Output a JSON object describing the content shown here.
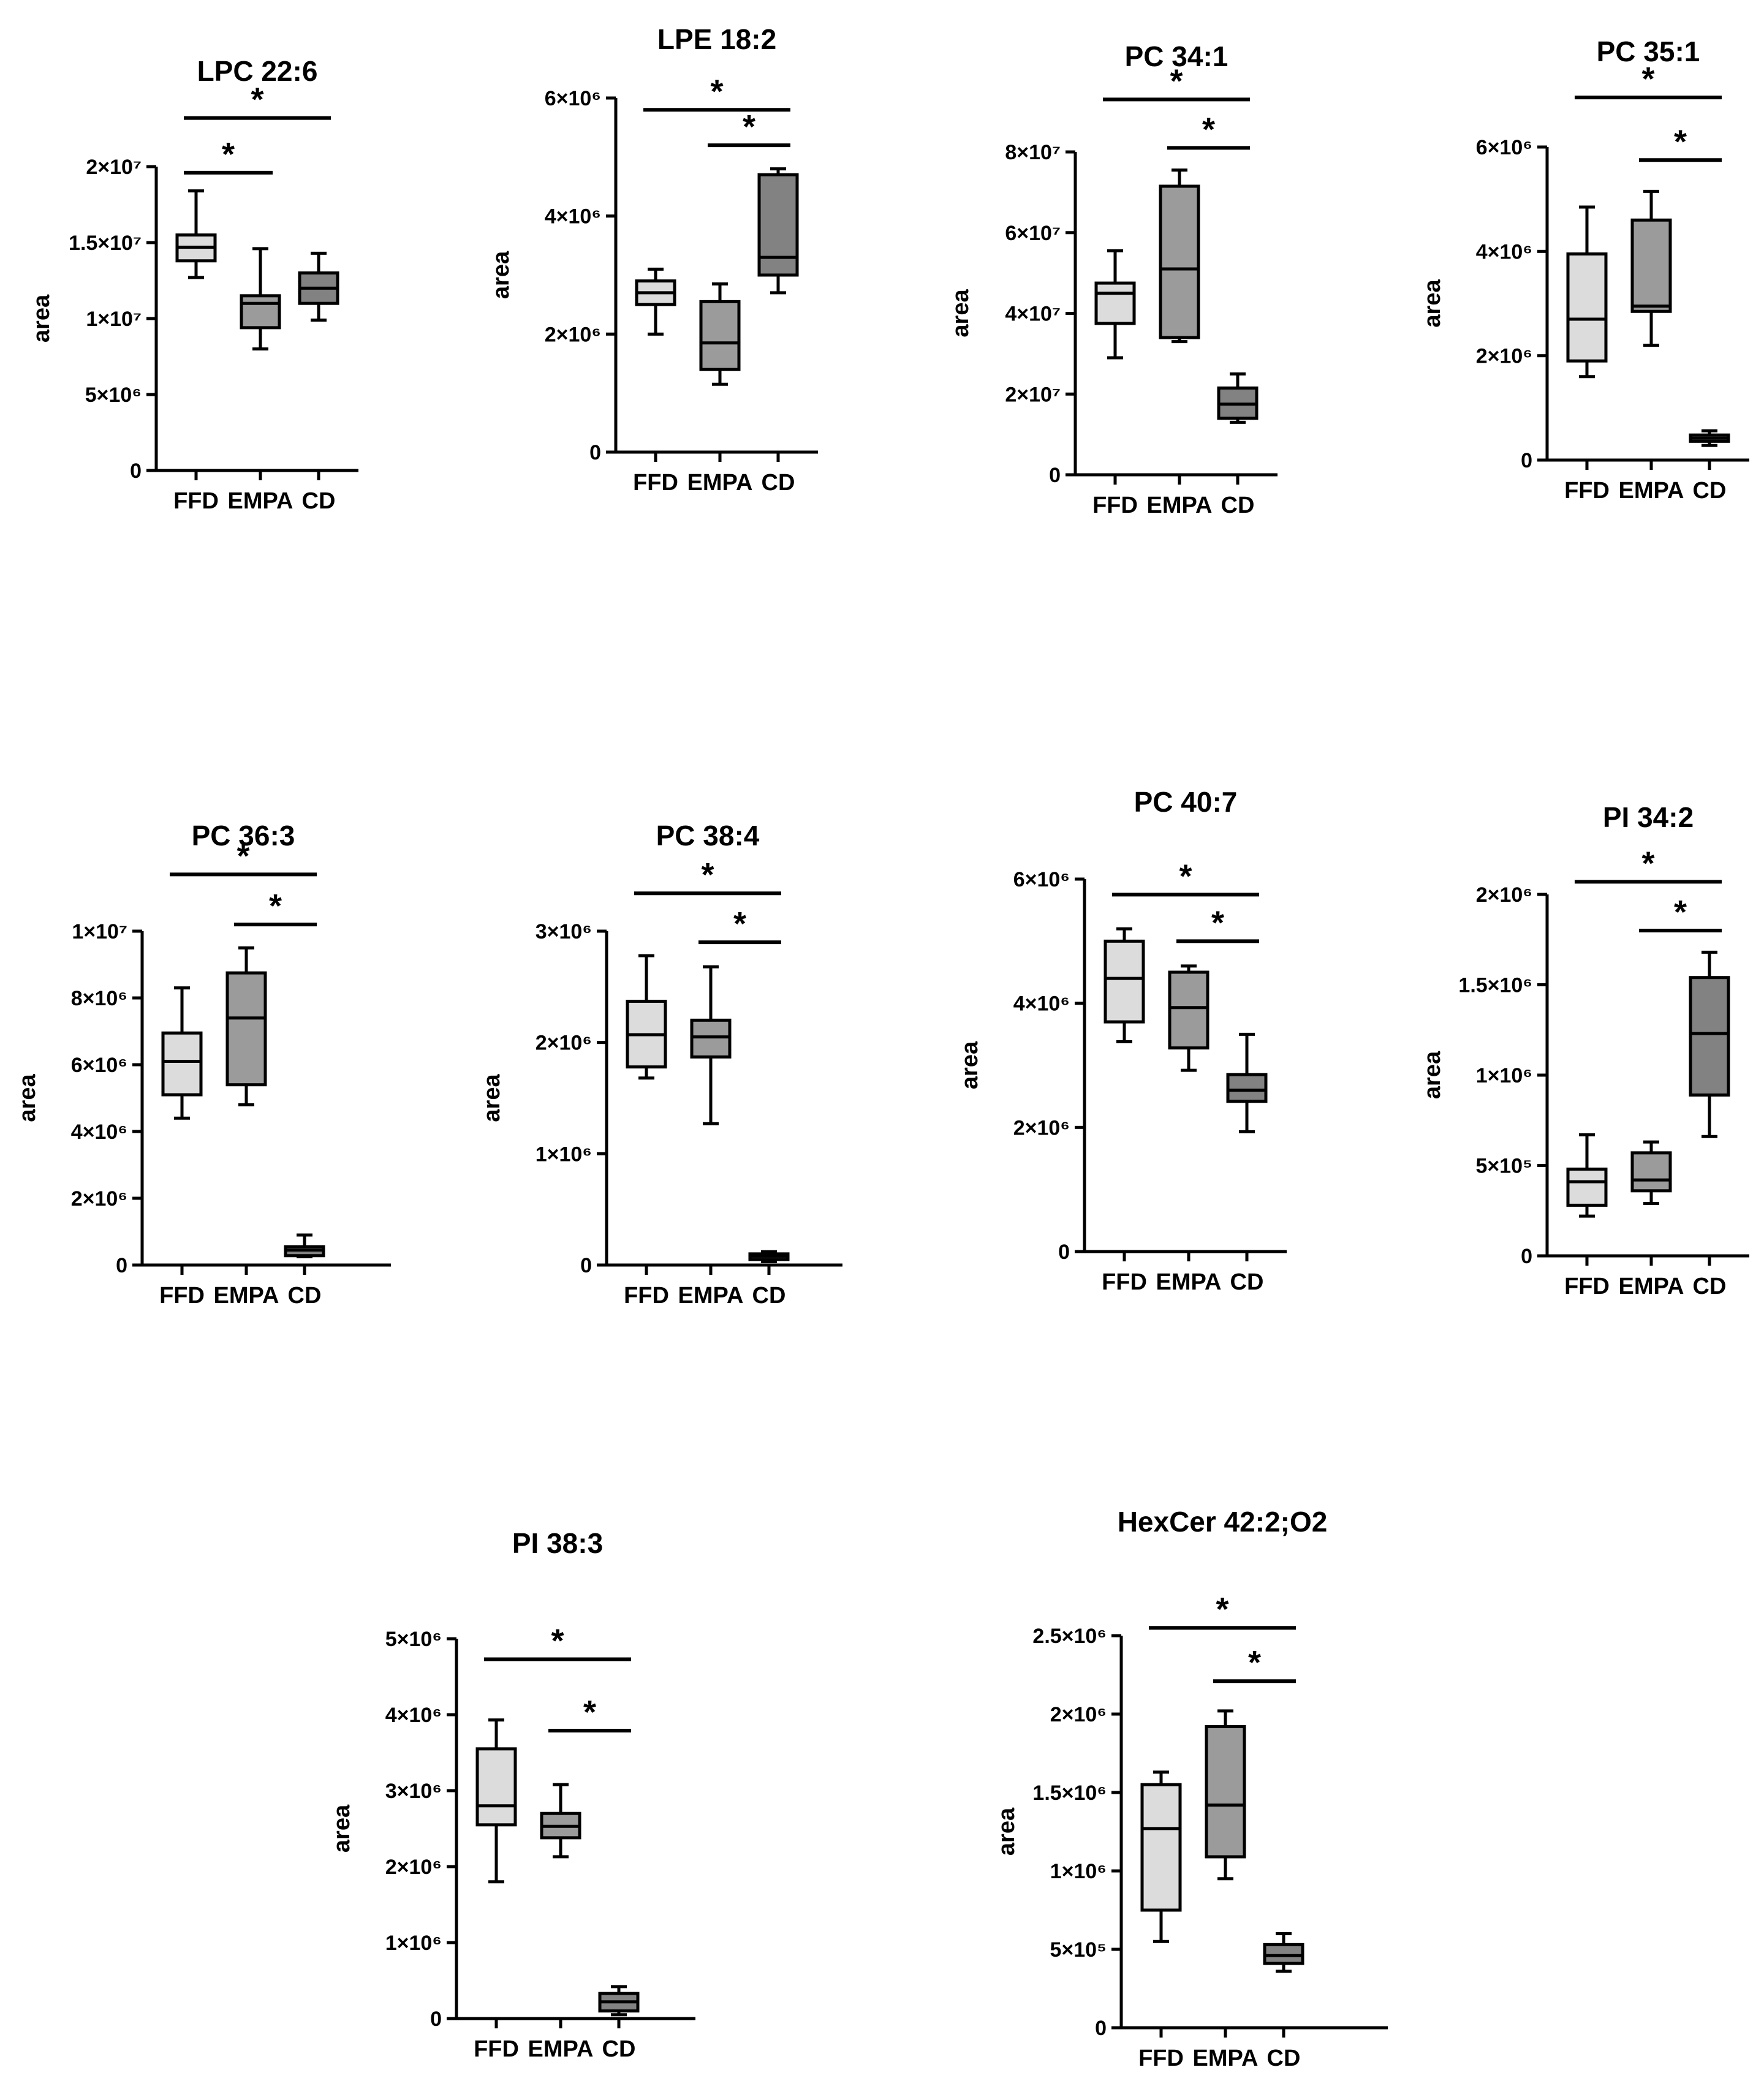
{
  "colors": {
    "FFD": "#dcdcdc",
    "EMPA": "#9b9b9b",
    "CD": "#828282",
    "stroke": "#000000"
  },
  "chart_data": [
    {
      "type": "box",
      "title": "LPC 22:6",
      "ylabel": "area",
      "categories": [
        "FFD",
        "EMPA",
        "CD"
      ],
      "ylim": [
        0,
        20000000
      ],
      "yticks": [
        {
          "value": 0,
          "label": "0"
        },
        {
          "value": 5000000,
          "label": "5×10⁶"
        },
        {
          "value": 10000000,
          "label": "1×10⁷"
        },
        {
          "value": 15000000,
          "label": "1.5×10⁷"
        },
        {
          "value": 20000000,
          "label": "2×10⁷"
        }
      ],
      "boxes": [
        {
          "min": 12700000,
          "q1": 13800000,
          "median": 14700000,
          "q3": 15500000,
          "max": 18400000
        },
        {
          "min": 8000000,
          "q1": 9400000,
          "median": 11000000,
          "q3": 11500000,
          "max": 14600000
        },
        {
          "min": 9900000,
          "q1": 11000000,
          "median": 12000000,
          "q3": 13000000,
          "max": 14300000
        }
      ],
      "significance": [
        {
          "from": "FFD",
          "to": "EMPA",
          "value": 19600000,
          "label": "*"
        },
        {
          "from": "FFD",
          "to": "CD",
          "value": 23200000,
          "label": "*"
        }
      ]
    },
    {
      "type": "box",
      "title": "LPE 18:2",
      "ylabel": "area",
      "categories": [
        "FFD",
        "EMPA",
        "CD"
      ],
      "ylim": [
        0,
        6000000
      ],
      "yticks": [
        {
          "value": 0,
          "label": "0"
        },
        {
          "value": 2000000,
          "label": "2×10⁶"
        },
        {
          "value": 4000000,
          "label": "4×10⁶"
        },
        {
          "value": 6000000,
          "label": "6×10⁶"
        }
      ],
      "boxes": [
        {
          "min": 2000000,
          "q1": 2500000,
          "median": 2700000,
          "q3": 2900000,
          "max": 3100000
        },
        {
          "min": 1150000,
          "q1": 1400000,
          "median": 1850000,
          "q3": 2550000,
          "max": 2850000
        },
        {
          "min": 2700000,
          "q1": 3000000,
          "median": 3300000,
          "q3": 4700000,
          "max": 4800000
        }
      ],
      "significance": [
        {
          "from": "FFD",
          "to": "CD",
          "value": 5800000,
          "label": "*"
        },
        {
          "from": "EMPA",
          "to": "CD",
          "value": 5200000,
          "label": "*"
        }
      ]
    },
    {
      "type": "box",
      "title": "PC 34:1",
      "ylabel": "area",
      "categories": [
        "FFD",
        "EMPA",
        "CD"
      ],
      "ylim": [
        0,
        80000000
      ],
      "yticks": [
        {
          "value": 0,
          "label": "0"
        },
        {
          "value": 20000000,
          "label": "2×10⁷"
        },
        {
          "value": 40000000,
          "label": "4×10⁷"
        },
        {
          "value": 60000000,
          "label": "6×10⁷"
        },
        {
          "value": 80000000,
          "label": "8×10⁷"
        }
      ],
      "boxes": [
        {
          "min": 29000000,
          "q1": 37500000,
          "median": 45000000,
          "q3": 47500000,
          "max": 55500000
        },
        {
          "min": 33000000,
          "q1": 34000000,
          "median": 51000000,
          "q3": 71500000,
          "max": 75500000
        },
        {
          "min": 13000000,
          "q1": 14000000,
          "median": 17500000,
          "q3": 21500000,
          "max": 25000000
        }
      ],
      "significance": [
        {
          "from": "FFD",
          "to": "CD",
          "value": 93000000,
          "label": "*"
        },
        {
          "from": "EMPA",
          "to": "CD",
          "value": 81000000,
          "label": "*"
        }
      ]
    },
    {
      "type": "box",
      "title": "PC 35:1",
      "ylabel": "area",
      "categories": [
        "FFD",
        "EMPA",
        "CD"
      ],
      "ylim": [
        0,
        6000000
      ],
      "yticks": [
        {
          "value": 0,
          "label": "0"
        },
        {
          "value": 2000000,
          "label": "2×10⁶"
        },
        {
          "value": 4000000,
          "label": "4×10⁶"
        },
        {
          "value": 6000000,
          "label": "6×10⁶"
        }
      ],
      "boxes": [
        {
          "min": 1600000,
          "q1": 1900000,
          "median": 2700000,
          "q3": 3950000,
          "max": 4850000
        },
        {
          "min": 2200000,
          "q1": 2850000,
          "median": 2950000,
          "q3": 4600000,
          "max": 5150000
        },
        {
          "min": 280000,
          "q1": 360000,
          "median": 420000,
          "q3": 480000,
          "max": 560000
        }
      ],
      "significance": [
        {
          "from": "FFD",
          "to": "CD",
          "value": 6950000,
          "label": "*"
        },
        {
          "from": "EMPA",
          "to": "CD",
          "value": 5750000,
          "label": "*"
        }
      ]
    },
    {
      "type": "box",
      "title": "PC 36:3",
      "ylabel": "area",
      "categories": [
        "FFD",
        "EMPA",
        "CD"
      ],
      "ylim": [
        0,
        10000000
      ],
      "yticks": [
        {
          "value": 0,
          "label": "0"
        },
        {
          "value": 2000000,
          "label": "2×10⁶"
        },
        {
          "value": 4000000,
          "label": "4×10⁶"
        },
        {
          "value": 6000000,
          "label": "6×10⁶"
        },
        {
          "value": 8000000,
          "label": "8×10⁶"
        },
        {
          "value": 10000000,
          "label": "1×10⁷"
        }
      ],
      "boxes": [
        {
          "min": 4400000,
          "q1": 5100000,
          "median": 6100000,
          "q3": 6950000,
          "max": 8300000
        },
        {
          "min": 4800000,
          "q1": 5400000,
          "median": 7400000,
          "q3": 8750000,
          "max": 9500000
        },
        {
          "min": 250000,
          "q1": 280000,
          "median": 450000,
          "q3": 550000,
          "max": 900000
        }
      ],
      "significance": [
        {
          "from": "FFD",
          "to": "CD",
          "value": 11700000,
          "label": "*"
        },
        {
          "from": "EMPA",
          "to": "CD",
          "value": 10200000,
          "label": "*"
        }
      ]
    },
    {
      "type": "box",
      "title": "PC 38:4",
      "ylabel": "area",
      "categories": [
        "FFD",
        "EMPA",
        "CD"
      ],
      "ylim": [
        0,
        3000000
      ],
      "yticks": [
        {
          "value": 0,
          "label": "0"
        },
        {
          "value": 1000000,
          "label": "1×10⁶"
        },
        {
          "value": 2000000,
          "label": "2×10⁶"
        },
        {
          "value": 3000000,
          "label": "3×10⁶"
        }
      ],
      "boxes": [
        {
          "min": 1680000,
          "q1": 1780000,
          "median": 2070000,
          "q3": 2370000,
          "max": 2780000
        },
        {
          "min": 1270000,
          "q1": 1870000,
          "median": 2050000,
          "q3": 2200000,
          "max": 2680000
        },
        {
          "min": 30000,
          "q1": 50000,
          "median": 80000,
          "q3": 100000,
          "max": 120000
        }
      ],
      "significance": [
        {
          "from": "FFD",
          "to": "CD",
          "value": 3340000,
          "label": "*"
        },
        {
          "from": "EMPA",
          "to": "CD",
          "value": 2900000,
          "label": "*"
        }
      ]
    },
    {
      "type": "box",
      "title": "PC 40:7",
      "ylabel": "area",
      "categories": [
        "FFD",
        "EMPA",
        "CD"
      ],
      "ylim": [
        0,
        6000000
      ],
      "yticks": [
        {
          "value": 0,
          "label": "0"
        },
        {
          "value": 2000000,
          "label": "2×10⁶"
        },
        {
          "value": 4000000,
          "label": "4×10⁶"
        },
        {
          "value": 6000000,
          "label": "6×10⁶"
        }
      ],
      "boxes": [
        {
          "min": 3380000,
          "q1": 3700000,
          "median": 4400000,
          "q3": 5000000,
          "max": 5200000
        },
        {
          "min": 2920000,
          "q1": 3280000,
          "median": 3930000,
          "q3": 4500000,
          "max": 4600000
        },
        {
          "min": 1930000,
          "q1": 2420000,
          "median": 2600000,
          "q3": 2850000,
          "max": 3500000
        }
      ],
      "significance": [
        {
          "from": "FFD",
          "to": "CD",
          "value": 5750000,
          "label": "*"
        },
        {
          "from": "EMPA",
          "to": "CD",
          "value": 5000000,
          "label": "*"
        }
      ]
    },
    {
      "type": "box",
      "title": "PI 34:2",
      "ylabel": "area",
      "categories": [
        "FFD",
        "EMPA",
        "CD"
      ],
      "ylim": [
        0,
        2000000
      ],
      "yticks": [
        {
          "value": 0,
          "label": "0"
        },
        {
          "value": 500000,
          "label": "5×10⁵"
        },
        {
          "value": 1000000,
          "label": "1×10⁶"
        },
        {
          "value": 1500000,
          "label": "1.5×10⁶"
        },
        {
          "value": 2000000,
          "label": "2×10⁶"
        }
      ],
      "boxes": [
        {
          "min": 220000,
          "q1": 280000,
          "median": 410000,
          "q3": 480000,
          "max": 670000
        },
        {
          "min": 290000,
          "q1": 360000,
          "median": 420000,
          "q3": 570000,
          "max": 630000
        },
        {
          "min": 660000,
          "q1": 890000,
          "median": 1230000,
          "q3": 1540000,
          "max": 1680000
        }
      ],
      "significance": [
        {
          "from": "FFD",
          "to": "CD",
          "value": 2070000,
          "label": "*"
        },
        {
          "from": "EMPA",
          "to": "CD",
          "value": 1800000,
          "label": "*"
        }
      ]
    },
    {
      "type": "box",
      "title": "PI 38:3",
      "ylabel": "area",
      "categories": [
        "FFD",
        "EMPA",
        "CD"
      ],
      "ylim": [
        0,
        5000000
      ],
      "yticks": [
        {
          "value": 0,
          "label": "0"
        },
        {
          "value": 1000000,
          "label": "1×10⁶"
        },
        {
          "value": 2000000,
          "label": "2×10⁶"
        },
        {
          "value": 3000000,
          "label": "3×10⁶"
        },
        {
          "value": 4000000,
          "label": "4×10⁶"
        },
        {
          "value": 5000000,
          "label": "5×10⁶"
        }
      ],
      "boxes": [
        {
          "min": 1800000,
          "q1": 2550000,
          "median": 2800000,
          "q3": 3550000,
          "max": 3930000
        },
        {
          "min": 2130000,
          "q1": 2380000,
          "median": 2530000,
          "q3": 2700000,
          "max": 3080000
        },
        {
          "min": 50000,
          "q1": 100000,
          "median": 220000,
          "q3": 330000,
          "max": 420000
        }
      ],
      "significance": [
        {
          "from": "FFD",
          "to": "CD",
          "value": 4730000,
          "label": "*"
        },
        {
          "from": "EMPA",
          "to": "CD",
          "value": 3790000,
          "label": "*"
        }
      ]
    },
    {
      "type": "box",
      "title": "HexCer 42:2;O2",
      "ylabel": "area",
      "categories": [
        "FFD",
        "EMPA",
        "CD"
      ],
      "ylim": [
        0,
        2500000
      ],
      "yticks": [
        {
          "value": 0,
          "label": "0"
        },
        {
          "value": 500000,
          "label": "5×10⁵"
        },
        {
          "value": 1000000,
          "label": "1×10⁶"
        },
        {
          "value": 1500000,
          "label": "1.5×10⁶"
        },
        {
          "value": 2000000,
          "label": "2×10⁶"
        },
        {
          "value": 2500000,
          "label": "2.5×10⁶"
        }
      ],
      "boxes": [
        {
          "min": 550000,
          "q1": 750000,
          "median": 1270000,
          "q3": 1550000,
          "max": 1630000
        },
        {
          "min": 950000,
          "q1": 1090000,
          "median": 1420000,
          "q3": 1920000,
          "max": 2020000
        },
        {
          "min": 360000,
          "q1": 410000,
          "median": 460000,
          "q3": 530000,
          "max": 600000
        }
      ],
      "significance": [
        {
          "from": "FFD",
          "to": "CD",
          "value": 2550000,
          "label": "*"
        },
        {
          "from": "EMPA",
          "to": "CD",
          "value": 2210000,
          "label": "*"
        }
      ]
    }
  ]
}
